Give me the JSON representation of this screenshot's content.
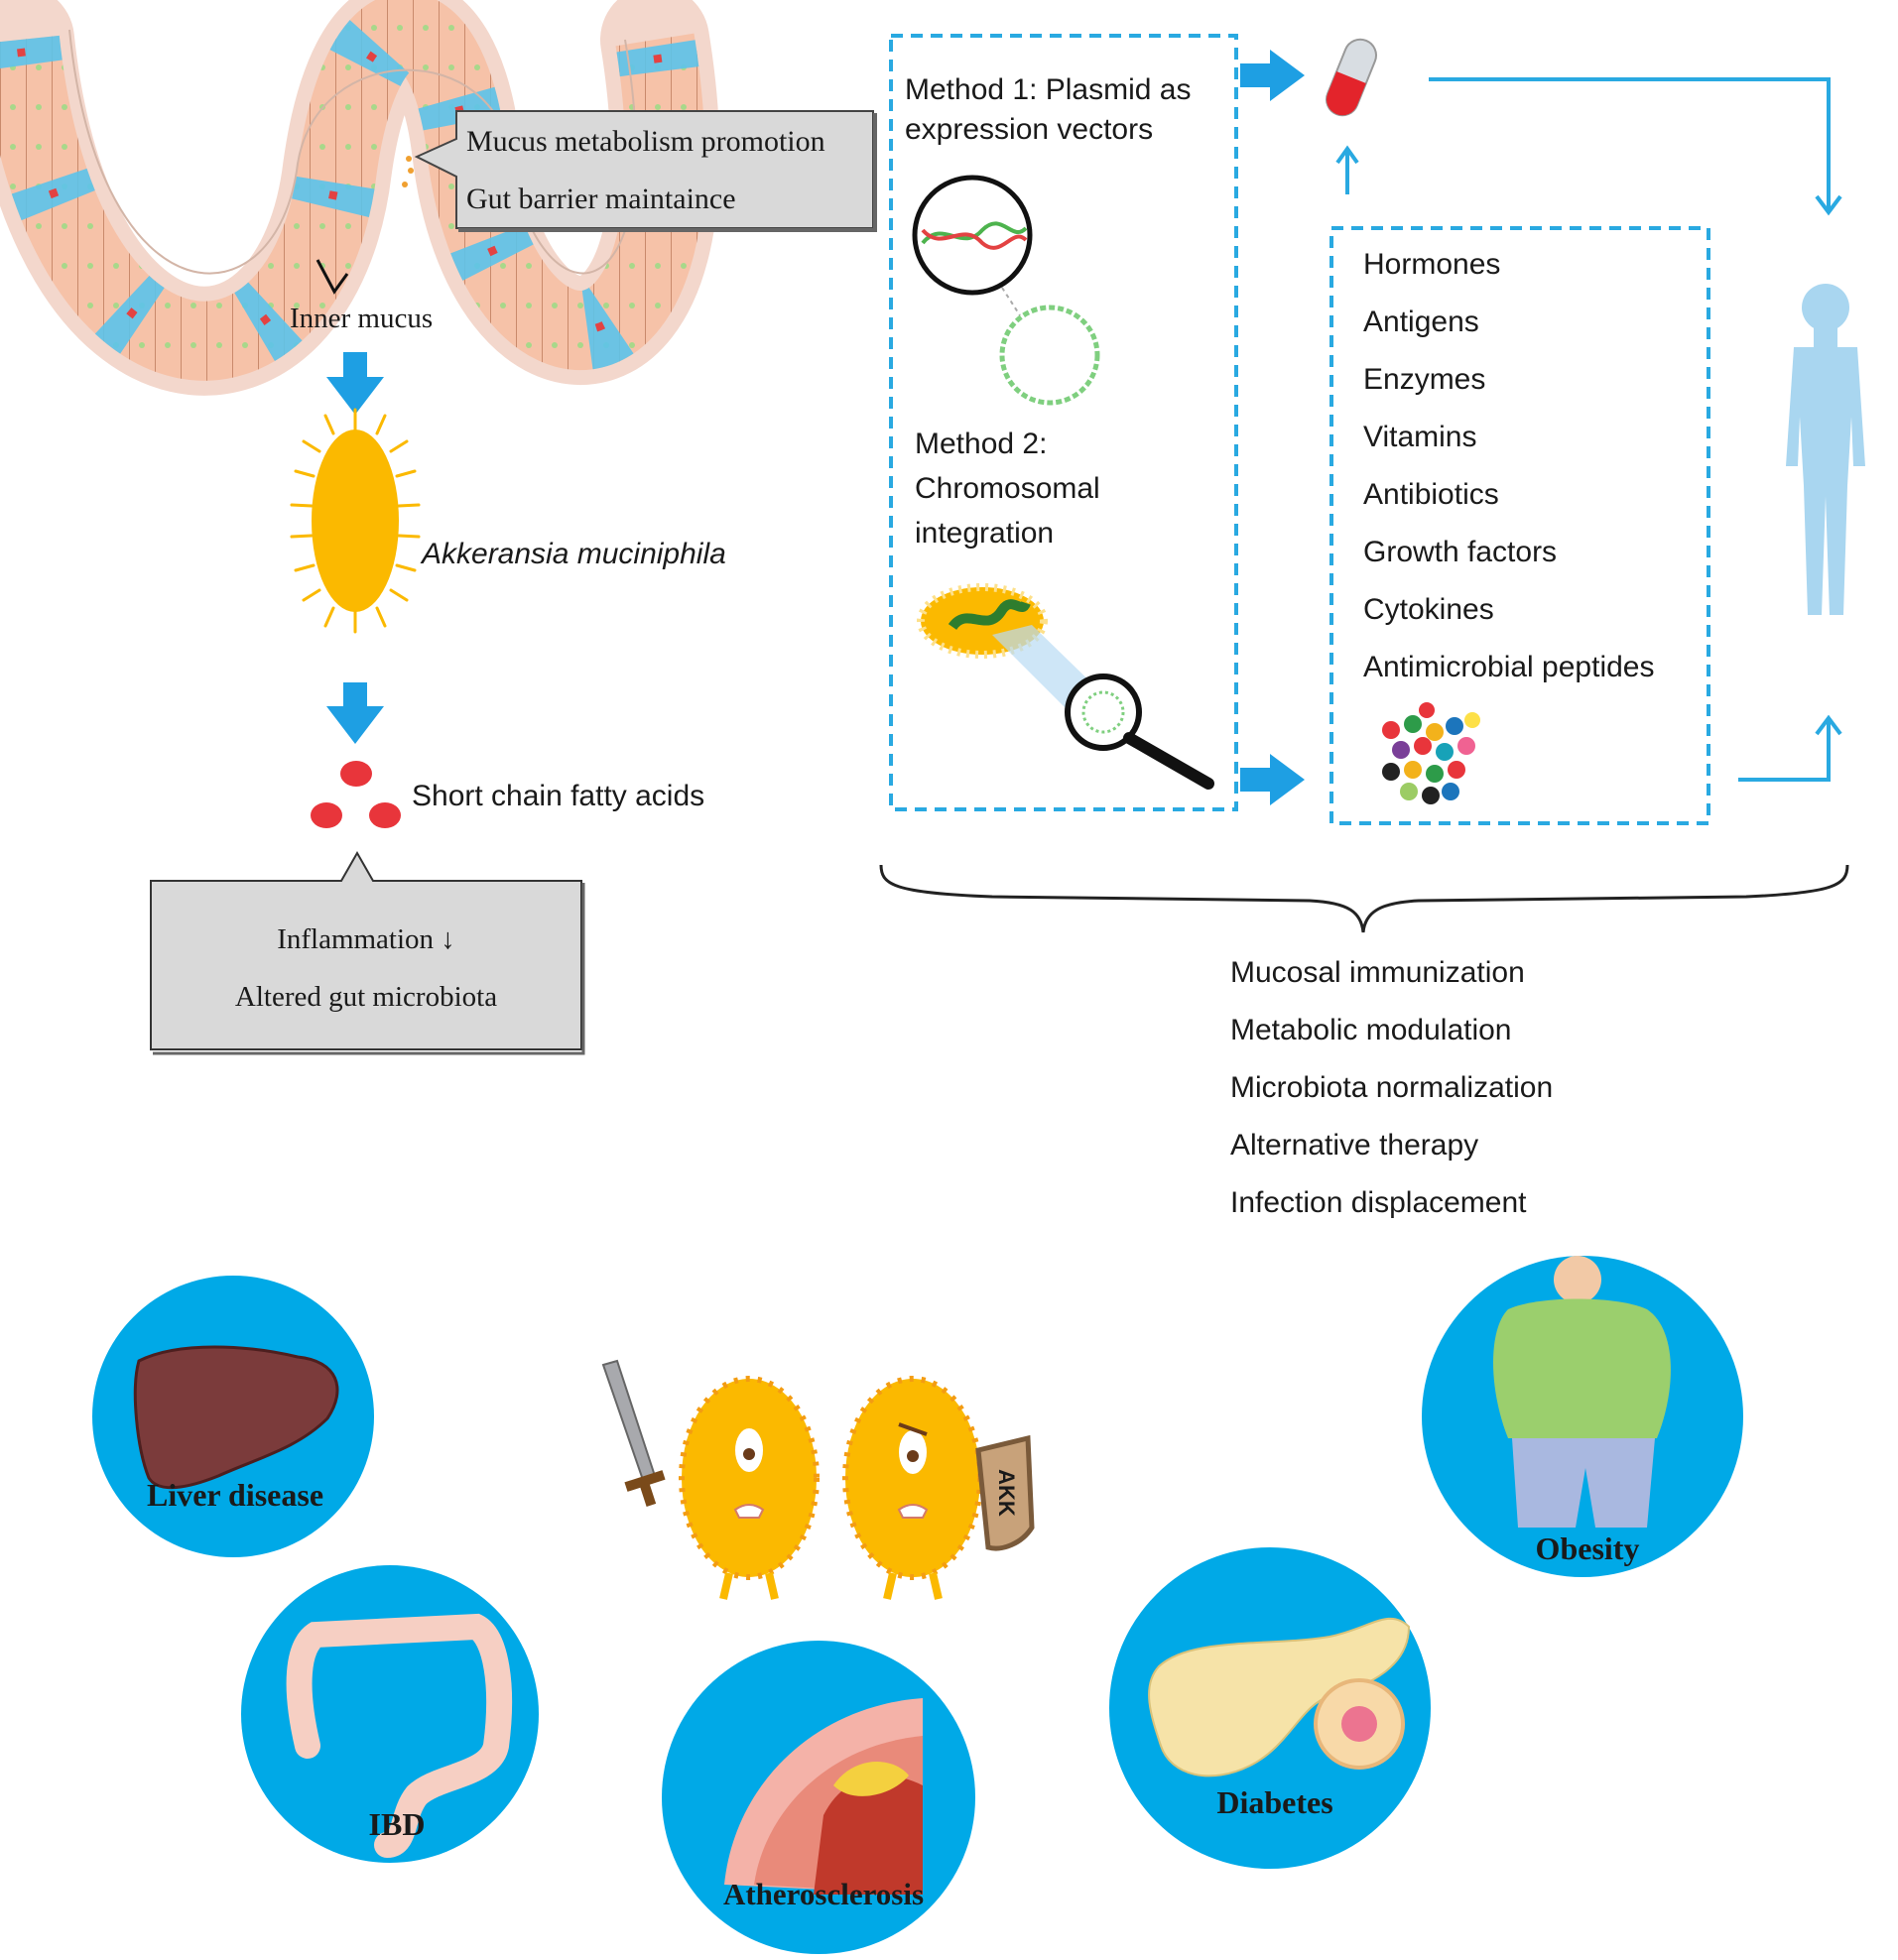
{
  "gut": {
    "callout_lines": [
      "Mucus metabolism promotion",
      "Gut barrier maintaince"
    ],
    "inner_mucus_label": "Inner mucus"
  },
  "bacterium": {
    "label": "Akkeransia muciniphila"
  },
  "scfa": {
    "label": "Short chain fatty acids"
  },
  "effects_box": {
    "lines": [
      "Inflammation ↓",
      "Altered gut microbiota"
    ]
  },
  "methods": {
    "method1_lines": [
      "Method 1: Plasmid as",
      "expression vectors"
    ],
    "method2_lines": [
      "Method 2:",
      "Chromosomal",
      "integration"
    ]
  },
  "products": {
    "items": [
      "Hormones",
      "Antigens",
      "Enzymes",
      "Vitamins",
      "Antibiotics",
      "Growth factors",
      "Cytokines",
      "Antimicrobial peptides"
    ]
  },
  "applications": {
    "items": [
      "Mucosal immunization",
      "Metabolic modulation",
      "Microbiota normalization",
      "Alternative therapy",
      "Infection displacement"
    ]
  },
  "diseases": {
    "liver": "Liver disease",
    "ibd": "IBD",
    "atherosclerosis": "Atherosclerosis",
    "diabetes": "Diabetes",
    "obesity": "Obesity"
  },
  "mascot": {
    "shield_text": "AKK"
  },
  "colors": {
    "accent_blue": "#29a9e1",
    "disease_circle": "#00a9e7",
    "bacterium_yellow": "#fbb900",
    "scfa_red": "#e8353b",
    "callout_gray": "#d9d9d9"
  }
}
